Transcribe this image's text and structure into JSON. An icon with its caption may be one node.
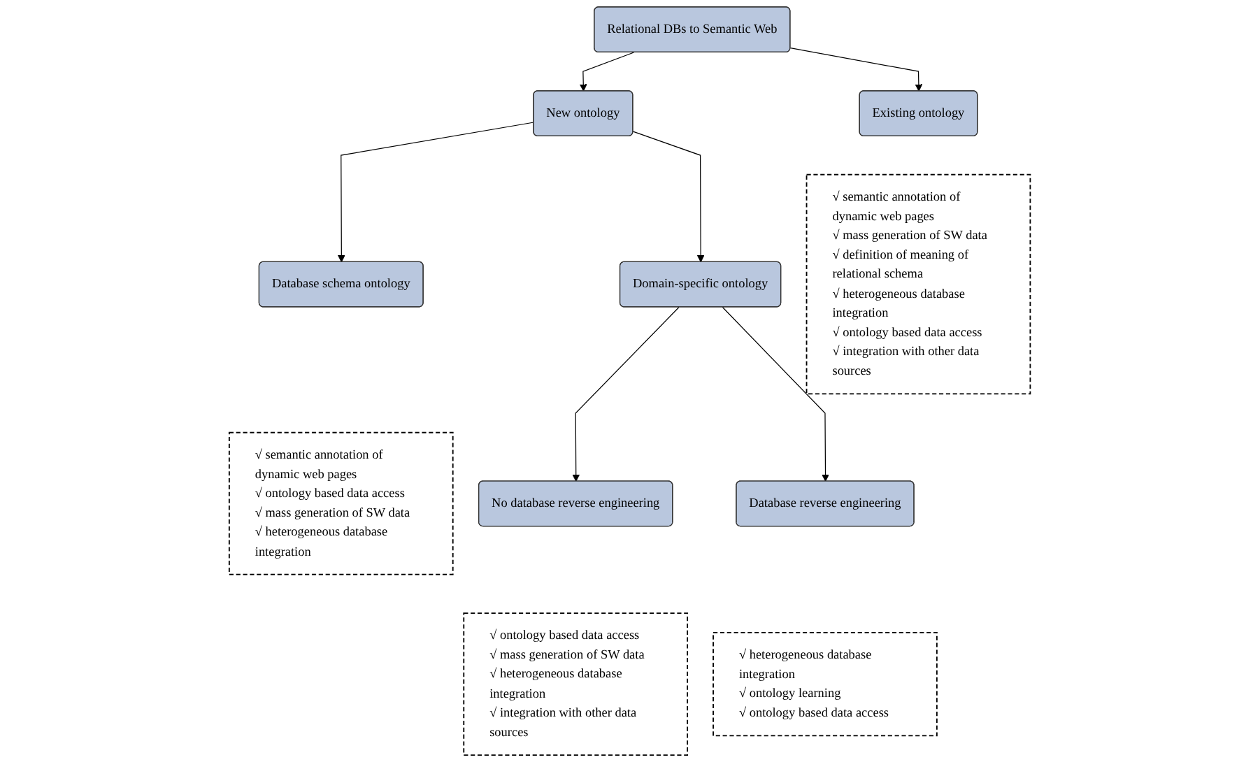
{
  "diagram": {
    "nodes": [
      {
        "text": [
          "Relational DBs to Semantic Web"
        ]
      },
      {
        "text": [
          "New ontology"
        ]
      },
      {
        "text": [
          "Existing ontology"
        ]
      },
      {
        "text": [
          "Database schema ontology"
        ]
      },
      {
        "text": [
          "Domain-specific ontology"
        ]
      },
      {
        "text": [
          "√ semantic annotation of dynamic web pages",
          "√ mass generation of SW data",
          "√ definition of meaning of relational schema",
          "√ heterogeneous database integration",
          "√ ontology based data access",
          "√ integration with other data sources"
        ]
      },
      {
        "text": [
          "√ semantic annotation of dynamic web pages",
          "√ ontology based data access",
          "√ mass generation of SW data",
          "√ heterogeneous database integration"
        ]
      },
      {
        "text": [
          "No database reverse engineering"
        ]
      },
      {
        "text": [
          "Database reverse engineering"
        ]
      },
      {
        "text": [
          "√ ontology based data access",
          "√ mass generation of SW data",
          "√ heterogeneous database integration",
          "√ integration with other data sources"
        ]
      },
      {
        "text": [
          "√ heterogeneous database integration",
          "√ ontology learning",
          "√ ontology based data access"
        ]
      }
    ],
    "edges": [
      {
        "from": 0,
        "to": 1,
        "arrow": "to"
      },
      {
        "from": 0,
        "to": 2,
        "arrow": "to"
      },
      {
        "from": 1,
        "to": 3,
        "arrow": "to"
      },
      {
        "from": 1,
        "to": 4,
        "arrow": "to"
      },
      {
        "from": 4,
        "to": 7,
        "arrow": "to"
      },
      {
        "from": 4,
        "to": 8,
        "arrow": "to"
      }
    ]
  }
}
